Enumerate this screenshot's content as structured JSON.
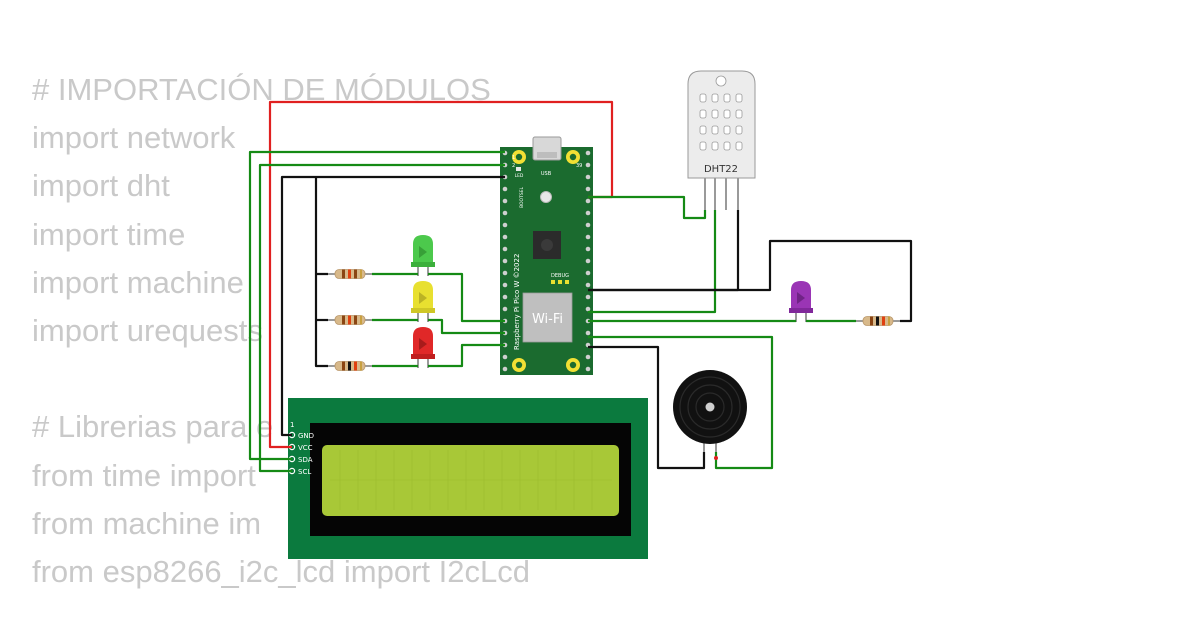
{
  "code_lines": [
    "# IMPORTACIÓN DE MÓDULOS",
    "import network",
    "import dht",
    "import time",
    "import machine",
    "import urequests",
    "",
    "# Librerias para e",
    "from time import",
    "from machine im",
    "from esp8266_i2c_lcd import I2cLcd"
  ],
  "board": {
    "name": "Raspberry Pi Pico W ©2022",
    "wifi": "Wi-Fi",
    "usb": "USB",
    "led": "LED",
    "debug": "DEBUG",
    "bootsel": "BOOTSEL",
    "pin1": "1",
    "pin2": "2",
    "pin39": "39"
  },
  "sensor": {
    "name": "DHT22"
  },
  "lcd": {
    "pins": [
      "GND",
      "VCC",
      "SDA",
      "SCL"
    ],
    "pin_mark": "1"
  },
  "colors": {
    "wire_green": "#158a15",
    "wire_red": "#e02020",
    "wire_black": "#111111",
    "board_green": "#1b6b2f",
    "lcd_pcb": "#0b7a3e",
    "lcd_screen": "#a8c837",
    "led_green": "#4cc94c",
    "led_yellow": "#e8e030",
    "led_red": "#e02828",
    "led_purple": "#9a35b5"
  },
  "icons": [
    "resistor-icon",
    "led-icon",
    "buzzer-icon",
    "dht22-sensor-icon",
    "lcd1602-icon",
    "pico-w-board-icon"
  ]
}
